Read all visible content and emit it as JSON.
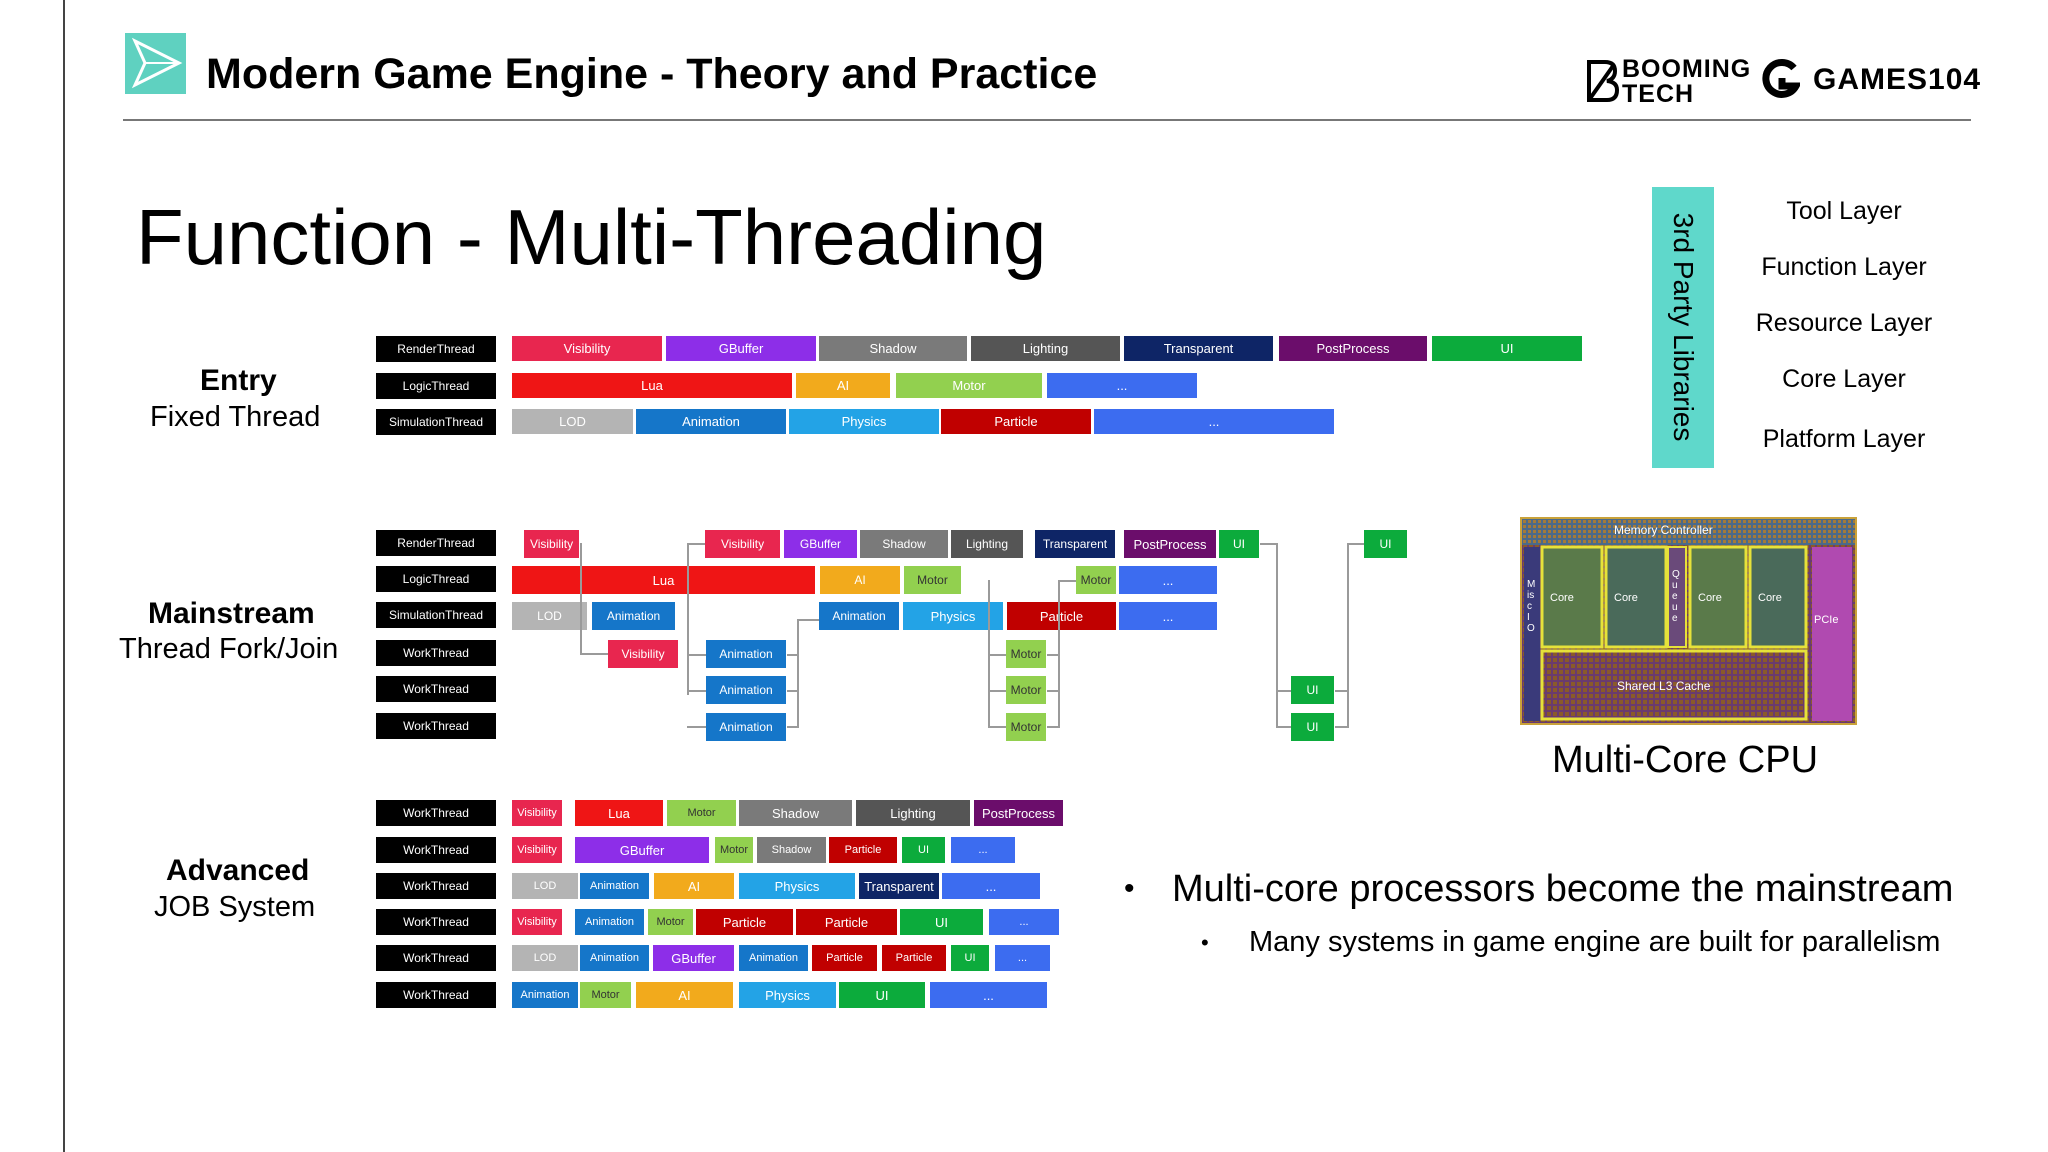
{
  "header": {
    "course_title": "Modern Game Engine - Theory and Practice",
    "brand1_line1": "BOOMING",
    "brand1_line2": "TECH",
    "brand2": "GAMES104"
  },
  "slide_title": "Function - Multi-Threading",
  "sections": [
    {
      "title": "Entry",
      "subtitle": "Fixed Thread"
    },
    {
      "title": "Mainstream",
      "subtitle": "Thread Fork/Join"
    },
    {
      "title": "Advanced",
      "subtitle": "JOB System"
    }
  ],
  "thread_labels": {
    "entry": [
      "RenderThread",
      "LogicThread",
      "SimulationThread"
    ],
    "mainstream": [
      "RenderThread",
      "LogicThread",
      "SimulationThread",
      "WorkThread",
      "WorkThread",
      "WorkThread"
    ],
    "advanced": [
      "WorkThread",
      "WorkThread",
      "WorkThread",
      "WorkThread",
      "WorkThread",
      "WorkThread"
    ]
  },
  "task_colors": {
    "Visibility": "#e8264f",
    "GBuffer": "#8d2ee8",
    "Shadow": "#7a7a7a",
    "Lighting": "#555555",
    "Transparent": "#0e2566",
    "PostProcess": "#6b0d6b",
    "UI": "#0cab3c",
    "Lua": "#ef1515",
    "AI": "#f2aa1c",
    "Motor": "#92d04f",
    "More": "#3c6cf0",
    "LOD": "#b4b4b4",
    "Animation": "#1576c9",
    "Physics": "#23a3e6",
    "Particle": "#c00000"
  },
  "entry_rows": [
    [
      "Visibility",
      "GBuffer",
      "Shadow",
      "Lighting",
      "Transparent",
      "PostProcess",
      "UI"
    ],
    [
      "Lua",
      "AI",
      "Motor",
      "..."
    ],
    [
      "LOD",
      "Animation",
      "Physics",
      "Particle",
      "..."
    ]
  ],
  "mainstream_blocks": [
    "Visibility",
    "Visibility",
    "GBuffer",
    "Shadow",
    "Lighting",
    "Transparent",
    "PostProcess",
    "UI",
    "UI",
    "Lua",
    "AI",
    "Motor",
    "Motor",
    "...",
    "LOD",
    "Animation",
    "Animation",
    "Physics",
    "Particle",
    "...",
    "Visibility",
    "Animation",
    "Motor",
    "UI",
    "Animation",
    "Motor",
    "UI",
    "Animation",
    "Motor"
  ],
  "advanced_rows": [
    [
      "Visibility",
      "Lua",
      "Motor",
      "Shadow",
      "Lighting",
      "PostProcess"
    ],
    [
      "Visibility",
      "GBuffer",
      "Motor",
      "Shadow",
      "Particle",
      "UI",
      "..."
    ],
    [
      "LOD",
      "Animation",
      "AI",
      "Physics",
      "Transparent",
      "..."
    ],
    [
      "Visibility",
      "Animation",
      "Motor",
      "Particle",
      "Particle",
      "UI",
      "..."
    ],
    [
      "LOD",
      "Animation",
      "GBuffer",
      "Animation",
      "Particle",
      "Particle",
      "UI",
      "..."
    ],
    [
      "Animation",
      "Motor",
      "AI",
      "Physics",
      "UI",
      "..."
    ]
  ],
  "engine_layers": {
    "third_party": "3rd Party Libraries",
    "layers": [
      {
        "name": "Tool Layer",
        "color": "#5fd8cb"
      },
      {
        "name": "Function Layer",
        "color": "#fbe29a"
      },
      {
        "name": "Resource Layer",
        "color": "#5fd8cb"
      },
      {
        "name": "Core Layer",
        "color": "#5fd8cb"
      },
      {
        "name": "Platform Layer",
        "color": "#5fd8cb"
      }
    ]
  },
  "cpu_die": {
    "memory_controller": "Memory Controller",
    "cores": [
      "Core",
      "Core",
      "Core",
      "Core"
    ],
    "queue": "Queue",
    "misc_io": "Misc IO",
    "pcie": "PCIe",
    "l3": "Shared L3 Cache"
  },
  "cpu_caption": "Multi-Core CPU",
  "bullets": {
    "main": "Multi-core processors become the mainstream",
    "sub": "Many systems in game engine are built for parallelism"
  }
}
